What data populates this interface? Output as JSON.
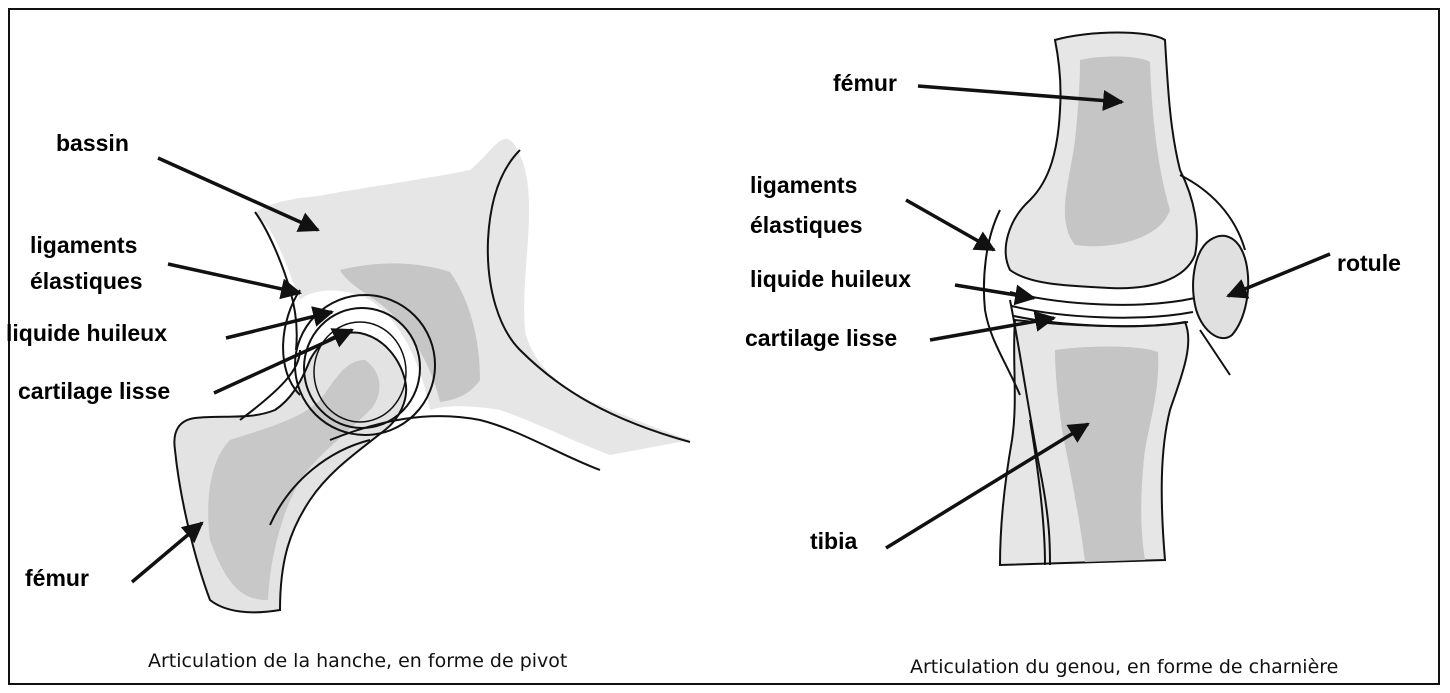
{
  "diagram": {
    "hip": {
      "labels": {
        "bassin": "bassin",
        "ligaments_line1": "ligaments",
        "ligaments_line2": "élastiques",
        "liquide": "liquide huileux",
        "cartilage": "cartilage lisse",
        "femur": "fémur"
      },
      "caption": "Articulation de la hanche, en forme de pivot"
    },
    "knee": {
      "labels": {
        "femur": "fémur",
        "ligaments_line1": "ligaments",
        "ligaments_line2": "élastiques",
        "liquide": "liquide huileux",
        "cartilage": "cartilage lisse",
        "rotule": "rotule",
        "tibia": "tibia"
      },
      "caption": "Articulation du genou, en forme de charnière"
    },
    "colors": {
      "bone_light": "#e4e4e4",
      "bone_dark": "#c4c4c4",
      "ink": "#111111"
    }
  }
}
